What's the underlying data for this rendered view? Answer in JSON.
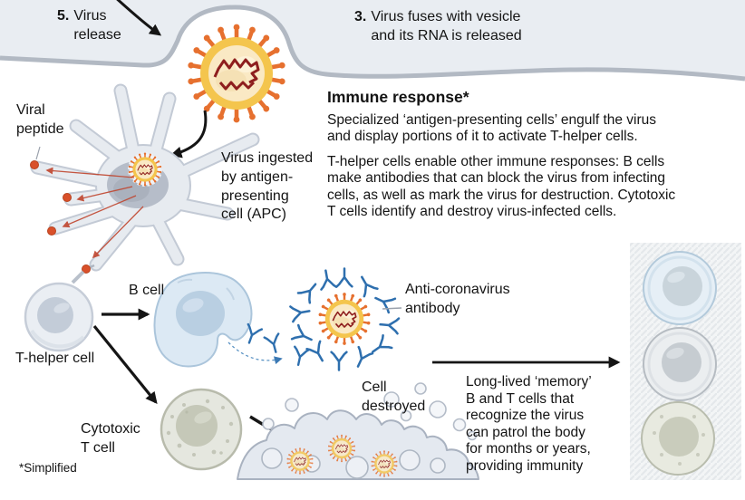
{
  "steps": {
    "virus_release": {
      "number": "5.",
      "label": "Virus\nrelease"
    },
    "virus_fuses": {
      "number": "3.",
      "label": "Virus fuses with vesicle\nand its RNA is released"
    }
  },
  "immune_response": {
    "heading": "Immune response*",
    "paragraph1": "Specialized ‘antigen-presenting cells’ engulf the virus\nand display portions of it to activate T-helper cells.",
    "paragraph2": "T-helper cells enable other immune responses: B cells\nmake antibodies that can block the virus from infecting\ncells, as well as mark the virus for destruction. Cytotoxic\nT cells identify and destroy virus-infected cells."
  },
  "labels": {
    "viral_peptide": "Viral\npeptide",
    "virus_ingested": "Virus ingested\nby antigen-\npresenting\ncell (APC)",
    "b_cell": "B cell",
    "t_helper_cell": "T-helper cell",
    "cytotoxic_t_cell": "Cytotoxic\nT cell",
    "anti_coronavirus_antibody": "Anti-coronavirus\nantibody",
    "cell_destroyed": "Cell\ndestroyed",
    "memory_note": "Long-lived ‘memory’\nB and T cells that\nrecognize the virus\ncan patrol the body\nfor months or years,\nproviding immunity",
    "footnote": "*Simplified"
  },
  "icons": {
    "coronavirus": "coronavirus-icon",
    "cell_membrane": "cell-membrane",
    "apc_cell": "apc-cell-icon",
    "t_helper_cell": "t-helper-cell-icon",
    "b_cell": "b-cell-icon",
    "cytotoxic_t_cell": "cytotoxic-t-cell-icon",
    "antibody": "antibody-icon",
    "destroyed_cell": "destroyed-cell-icon",
    "memory_cells_panel": "memory-cells-panel"
  },
  "colors": {
    "membrane_band_fill": "#e9edf2",
    "membrane_stroke": "#b2b9c3",
    "virus_spike_orange": "#e6702f",
    "virus_ring_yellow": "#f4c54d",
    "virus_core_cream": "#fae9c4",
    "virus_rna_red": "#8e1e1e",
    "antibody_blue": "#2e6fae",
    "peptide_orange": "#d9502a",
    "b_cell_fill": "#dce9f4",
    "cytotoxic_fill": "#e5e7df",
    "text": "#141414"
  }
}
